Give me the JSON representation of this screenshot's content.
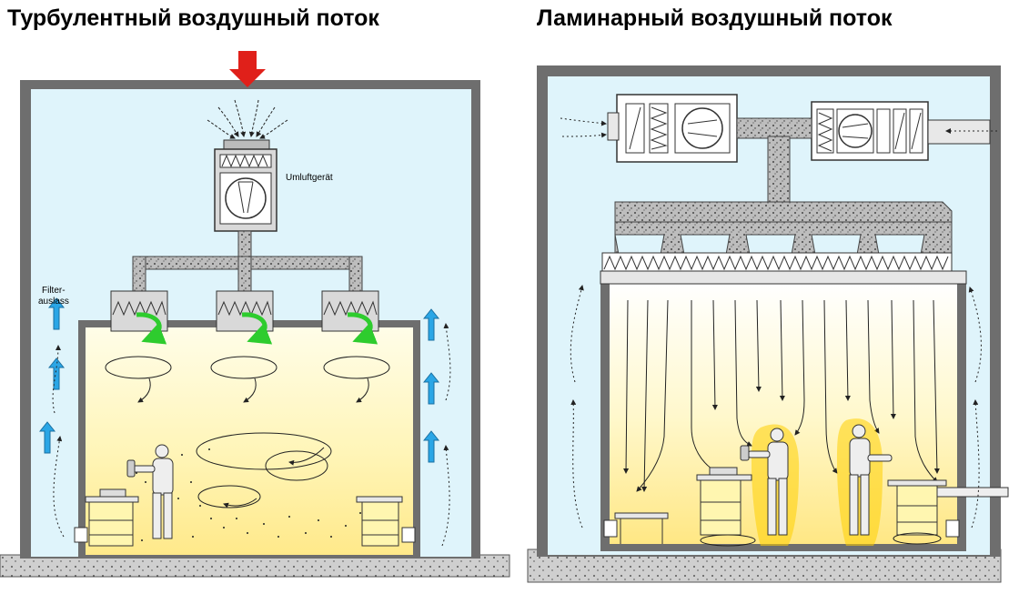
{
  "titles": {
    "left": "Турбулентный воздушный поток",
    "right": "Ламинарный воздушный поток"
  },
  "labels": {
    "recirc_unit": "Umluftgerät",
    "filter_outlet_line1": "Filter-",
    "filter_outlet_line2": "auslass"
  },
  "colors": {
    "room_air": "#dff4fb",
    "clean_zone": "#fff8c4",
    "wall": "#6e6e6e",
    "floor": "#c9c9c9",
    "red_arrow": "#e0201a",
    "green_arrow": "#2ecc2e",
    "blue_arrow": "#2aa6e6",
    "particle_halo": "#ffd000"
  },
  "icons": {
    "inlet": "red-down-arrow-icon",
    "swirl": "green-curved-arrow-icon",
    "exhaust": "blue-up-arrow-icon"
  }
}
